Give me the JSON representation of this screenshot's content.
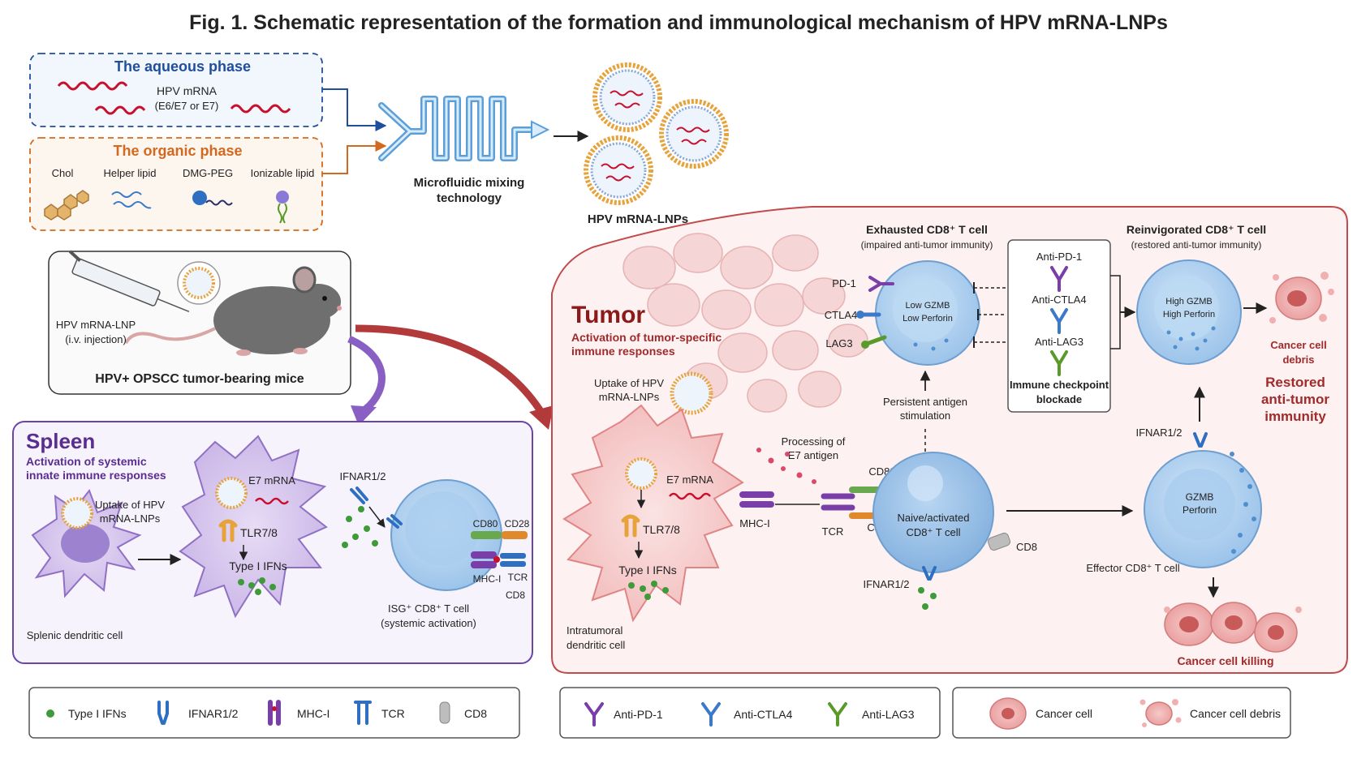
{
  "title": "Fig. 1. Schematic representation of the formation and immunological mechanism of HPV mRNA-LNPs",
  "colors": {
    "aqueous": "#1f4e9c",
    "organic": "#d2691e",
    "tumor_red": "#8b1a1a",
    "spleen_purple": "#5a2d91",
    "mrna": "#c8102e",
    "ifn_green": "#3f9a3a",
    "pd1": "#7a3ea8",
    "ctla4": "#3a7ac8",
    "lag3": "#5a9a2a"
  },
  "formation": {
    "aqueous_title": "The aqueous phase",
    "mrna_label": "HPV mRNA",
    "mrna_sub": "(E6/E7 or E7)",
    "organic_title": "The organic phase",
    "lipids": [
      "Chol",
      "Helper lipid",
      "DMG-PEG",
      "Ionizable lipid"
    ],
    "mixing_line1": "Microfluidic mixing",
    "mixing_line2": "technology",
    "lnp_label": "HPV mRNA-LNPs"
  },
  "mouse": {
    "inj_line1": "HPV mRNA-LNP",
    "inj_line2": "(i.v. injection)",
    "caption": "HPV+ OPSCC tumor-bearing mice"
  },
  "spleen": {
    "title": "Spleen",
    "sub1": "Activation of systemic",
    "sub2": "innate immune responses",
    "uptake1": "Uptake of HPV",
    "uptake2": "mRNA-LNPs",
    "dc_label": "Splenic dendritic cell",
    "e7": "E7 mRNA",
    "tlr": "TLR7/8",
    "ifns": "Type I IFNs",
    "ifnar": "IFNAR1/2",
    "cd80": "CD80",
    "cd28": "CD28",
    "mhc": "MHC-I",
    "tcr": "TCR",
    "cd8": "CD8",
    "isg1": "ISG⁺ CD8⁺ T cell",
    "isg2": "(systemic activation)"
  },
  "tumor": {
    "title": "Tumor",
    "sub1": "Activation of tumor-specific",
    "sub2": "immune responses",
    "uptake1": "Uptake of HPV",
    "uptake2": "mRNA-LNPs",
    "e7": "E7 mRNA",
    "tlr": "TLR7/8",
    "ifns": "Type I IFNs",
    "dc1": "Intratumoral",
    "dc2": "dendritic cell",
    "proc1": "Processing of",
    "proc2": "E7 antigen",
    "mhc": "MHC-I",
    "tcr": "TCR",
    "cd80": "CD80",
    "cd28": "CD28",
    "cd8": "CD8",
    "naive1": "Naive/activated",
    "naive2": "CD8⁺ T cell",
    "ifnar": "IFNAR1/2",
    "ifnar2": "IFNAR1/2",
    "exh_title": "Exhausted CD8⁺ T cell",
    "exh_sub": "(impaired anti-tumor immunity)",
    "pd1": "PD-1",
    "ctla4": "CTLA4",
    "lag3": "LAG3",
    "low1": "Low GZMB",
    "low2": "Low Perforin",
    "persist1": "Persistent antigen",
    "persist2": "stimulation",
    "anti_pd1": "Anti-PD-1",
    "anti_ctla4": "Anti-CTLA4",
    "anti_lag3": "Anti-LAG3",
    "icb1": "Immune checkpoint",
    "icb2": "blockade",
    "rein_title": "Reinvigorated CD8⁺ T cell",
    "rein_sub": "(restored anti-tumor immunity)",
    "high1": "High GZMB",
    "high2": "High Perforin",
    "debris1": "Cancer cell",
    "debris2": "debris",
    "restored1": "Restored",
    "restored2": "anti-tumor",
    "restored3": "immunity",
    "gzmb": "GZMB",
    "perforin": "Perforin",
    "effector": "Effector CD8⁺ T cell",
    "killing": "Cancer cell killing"
  },
  "legends": {
    "a": [
      "Type I IFNs",
      "IFNAR1/2",
      "MHC-I",
      "TCR",
      "CD8"
    ],
    "b": [
      "Anti-PD-1",
      "Anti-CTLA4",
      "Anti-LAG3"
    ],
    "c": [
      "Cancer cell",
      "Cancer cell debris"
    ]
  }
}
